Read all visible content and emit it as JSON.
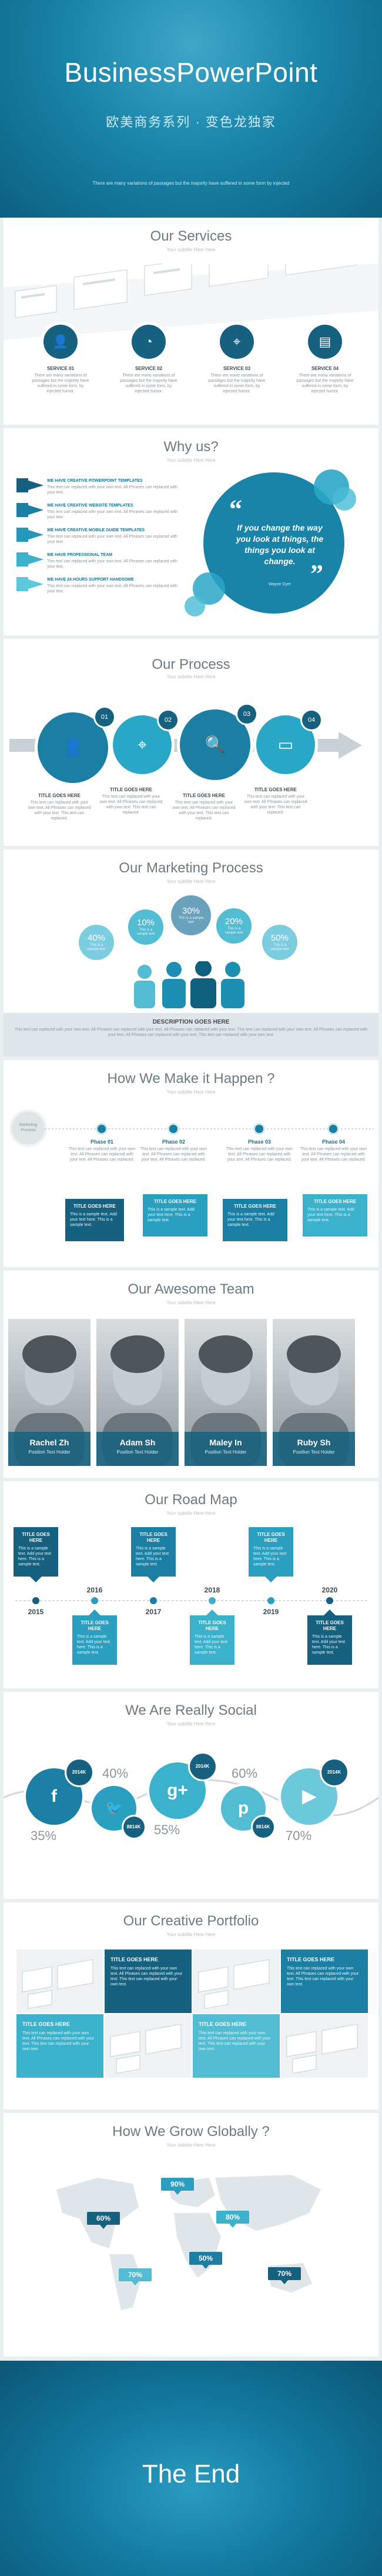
{
  "header": {
    "title": "BusinessPowerPoint",
    "subtitle": "欧美商务系列 · 变色龙独家",
    "tagline": "There are many variations of passages but the majority have suffered in some form by injected",
    "colors": {
      "primary": "#1b8fb0",
      "dark": "#15617f",
      "accent": "#3fbbd0"
    }
  },
  "services": {
    "title": "Our Services",
    "sub": "Your subtitle Here Here",
    "items": [
      {
        "label": "SERVICE 01",
        "text": "There are many variations of passages but the majority have suffered in some form, by injected humor.",
        "icon": "user-icon"
      },
      {
        "label": "SERVICE 02",
        "text": "There are many variations of passages but the majority have suffered in some form, by injected humor.",
        "icon": "pie-chart-icon"
      },
      {
        "label": "SERVICE 03",
        "text": "There are many variations of passages but the majority have suffered in some form, by injected humor.",
        "icon": "map-pin-icon"
      },
      {
        "label": "SERVICE 04",
        "text": "There are many variations of passages but the majority have suffered in some form, by injected humor.",
        "icon": "clipboard-icon"
      }
    ]
  },
  "why": {
    "title": "Why us?",
    "sub": "Your subtitle Here Here",
    "items": [
      {
        "title": "WE HAVE CREATIVE POWERPOINT TEMPLATES",
        "text": "This text can replaced with your own text. All Phrases can replaced with your text."
      },
      {
        "title": "WE HAVE CREATIVE WEBSITE TEMPLATES",
        "text": "This text can replaced with your own text. All Phrases can replaced with your text."
      },
      {
        "title": "WE HAVE CREATIVE MOBILE GUIDE TEMPLATES",
        "text": "This text can replaced with your own text. All Phrases can replaced with your text."
      },
      {
        "title": "WE HAVE PROFESSIONAL TEAM",
        "text": "This text can replaced with your own text. All Phrases can replaced with your text."
      },
      {
        "title": "WE HAVE 24 HOURS SUPPORT HANDSOME",
        "text": "This text can replaced with your own text. All Phrases can replaced with your text."
      }
    ],
    "quote": "If you change the way you look at things, the things you look at change.",
    "author": "Wayne Dyer"
  },
  "process": {
    "title": "Our Process",
    "sub": "Your subtitle Here Here",
    "steps": [
      {
        "num": "01",
        "title": "TITLE GOES HERE",
        "text": "This text can replaced with your own text. All Phrases can replaced with your text. This text can replaced.",
        "icon": "person-icon"
      },
      {
        "num": "02",
        "title": "TITLE GOES HERE",
        "text": "This text can replaced with your own text. All Phrases can replaced with your text. This text can replaced.",
        "icon": "location-icon"
      },
      {
        "num": "03",
        "title": "TITLE GOES HERE",
        "text": "This text can replaced with your own text. All Phrases can replaced with your text. This text can replaced.",
        "icon": "search-icon"
      },
      {
        "num": "04",
        "title": "TITLE GOES HERE",
        "text": "This text can replaced with your own text. All Phrases can replaced with your text. This text can replaced.",
        "icon": "monitor-icon"
      }
    ]
  },
  "marketing": {
    "title": "Our Marketing Process",
    "sub": "Your subtitle Here Here",
    "bubbles": [
      {
        "value": "40%",
        "label": "This is a sample text"
      },
      {
        "value": "10%",
        "label": "This is a sample text"
      },
      {
        "value": "30%",
        "label": "This is a sample text"
      },
      {
        "value": "20%",
        "label": "This is a sample text"
      },
      {
        "value": "50%",
        "label": "This is a sample text"
      }
    ],
    "desc_title": "DESCRIPTION GOES HERE",
    "desc": "This text can replaced with your own text. All Phrases can replaced with your text. All Phrases can replaced with your text. This text can replaced with your own text. All Phrases can replaced with your text. All Phrases can replaced with your text. This text can replaced with your own text."
  },
  "how": {
    "title": "How We Make it Happen ?",
    "sub": "Your subtitle Here Here",
    "start": "Marketing Process",
    "phases": [
      {
        "label": "Phase 01",
        "text": "This text can replaced with your own text. All Phrases can replaced with your text. All Phrases can replaced.",
        "box_title": "TITLE GOES HERE",
        "box_text": "This is a sample text. Add your text here. This is a sample text."
      },
      {
        "label": "Phase 02",
        "text": "This text can replaced with your own text. All Phrases can replaced with your text. All Phrases can replaced.",
        "box_title": "TITLE GOES HERE",
        "box_text": "This is a sample text. Add your text here. This is a sample text."
      },
      {
        "label": "Phase 03",
        "text": "This text can replaced with your own text. All Phrases can replaced with your text. All Phrases can replaced.",
        "box_title": "TITLE GOES HERE",
        "box_text": "This is a sample text. Add your text here. This is a sample text."
      },
      {
        "label": "Phase 04",
        "text": "This text can replaced with your own text. All Phrases can replaced with your text. All Phrases can replaced.",
        "box_title": "TITLE GOES HERE",
        "box_text": "This is a sample text. Add your text here. This is a sample text."
      }
    ]
  },
  "team": {
    "title": "Our Awesome Team",
    "sub": "Your subtitle Here Here",
    "members": [
      {
        "name": "Rachel Zh",
        "role": "Position Text Holder"
      },
      {
        "name": "Adam Sh",
        "role": "Position Text Holder"
      },
      {
        "name": "Maley In",
        "role": "Position Text Holder"
      },
      {
        "name": "Ruby Sh",
        "role": "Position Text Holder"
      }
    ]
  },
  "roadmap": {
    "title": "Our Road Map",
    "sub": "Your subtitle Here Here",
    "years": [
      "2015",
      "2016",
      "2017",
      "2018",
      "2019",
      "2020"
    ],
    "box_title": "TITLE GOES HERE",
    "box_text": "This is a sample text. Add your text here. This is a sample text."
  },
  "social": {
    "title": "We Are Really Social",
    "sub": "Your subtitle Here Here",
    "nets": [
      {
        "icon": "facebook-icon",
        "glyph": "f",
        "pct": "35%",
        "count": "2014K"
      },
      {
        "icon": "twitter-icon",
        "glyph": "🐦",
        "pct": "40%",
        "count": "8814K"
      },
      {
        "icon": "google-plus-icon",
        "glyph": "g+",
        "pct": "55%",
        "count": "2014K"
      },
      {
        "icon": "pinterest-icon",
        "glyph": "p",
        "pct": "60%",
        "count": "8814K"
      },
      {
        "icon": "youtube-icon",
        "glyph": "▶",
        "pct": "70%",
        "count": "2014K"
      }
    ]
  },
  "portfolio": {
    "title": "Our Creative Portfolio",
    "sub": "Your subtitle Here Here",
    "box_title": "TITLE GOES HERE",
    "box_text": "This text can replaced with your own text. All Phrases can replaced with your text. This text can replaced with your own text."
  },
  "global": {
    "title": "How We Grow Globally ?",
    "sub": "Your subtitle Here Here",
    "markers": [
      "90%",
      "60%",
      "80%",
      "50%",
      "70%",
      "70%"
    ]
  },
  "end": {
    "title": "The End"
  }
}
